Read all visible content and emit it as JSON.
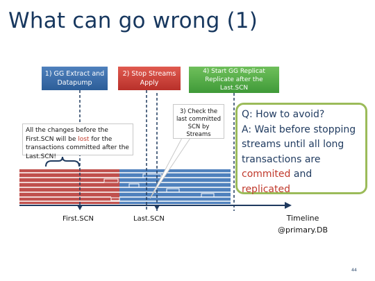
{
  "slide": {
    "title": "What can go wrong (1)",
    "page_number": "44"
  },
  "steps": {
    "step1": "1) GG Extract and Datapump",
    "step2": "2) Stop Streams Apply",
    "step3": "3) Check the last committed SCN by Streams",
    "step4": "4) Start GG Replicat Replicate after the Last.SCN"
  },
  "note": {
    "before": "All the changes before the First.SCN will be ",
    "lost_word": "lost",
    "after": " for the transactions committed after the Last.SCN!"
  },
  "qa": {
    "question": "Q: How to avoid?",
    "answer_start": "A: Wait before stopping streams until all long transactions are ",
    "committed_word": "commited",
    "and_word": " and ",
    "replicated_word": "replicated"
  },
  "axis": {
    "first_scn": "First.SCN",
    "last_scn": "Last.SCN",
    "timeline": "Timeline",
    "timeline_sub": "@primary.DB"
  },
  "colors": {
    "title": "#17375e",
    "step1": "#4f81bd",
    "step2": "#c0392b",
    "step4": "#4caf50",
    "red_transactions": "#c0504d",
    "blue_transactions": "#4f81bd",
    "qa_border": "#9bbb59"
  }
}
